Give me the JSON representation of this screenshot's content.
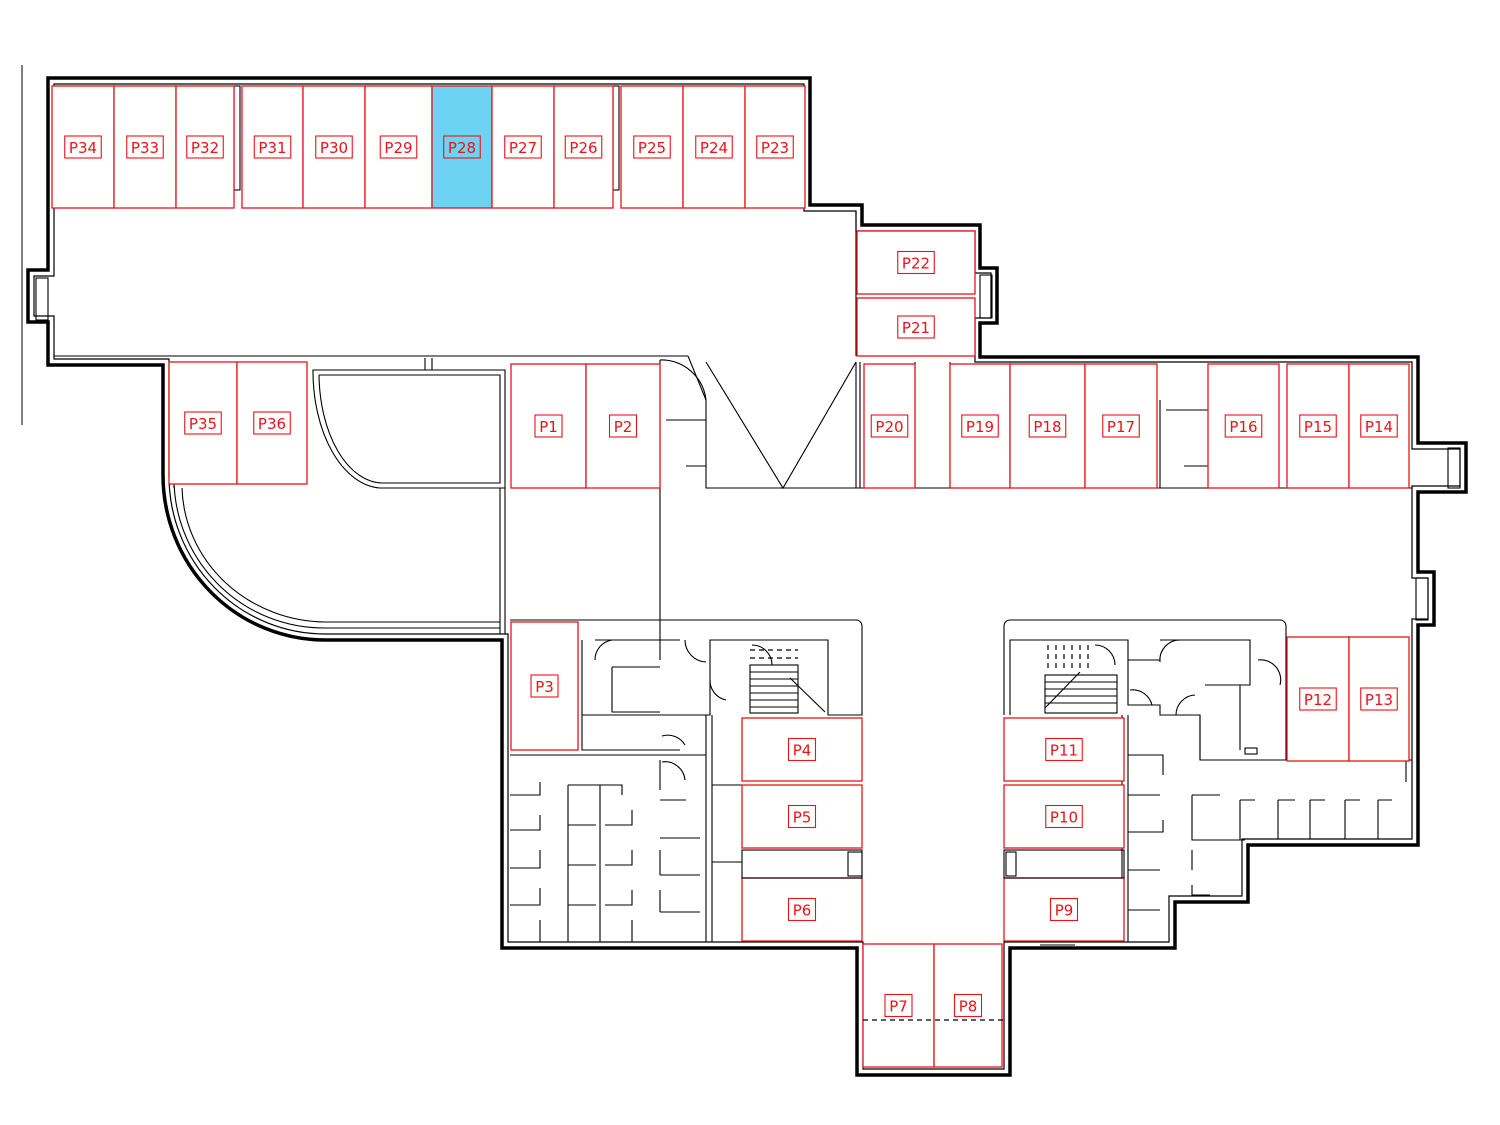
{
  "colors": {
    "space_outline": "#e8141b",
    "selected_fill": "#6ed3f2",
    "wall": "#000000"
  },
  "spaces": [
    {
      "label": "P34",
      "selected": false
    },
    {
      "label": "P33",
      "selected": false
    },
    {
      "label": "P32",
      "selected": false
    },
    {
      "label": "P31",
      "selected": false
    },
    {
      "label": "P30",
      "selected": false
    },
    {
      "label": "P29",
      "selected": false
    },
    {
      "label": "P28",
      "selected": true
    },
    {
      "label": "P27",
      "selected": false
    },
    {
      "label": "P26",
      "selected": false
    },
    {
      "label": "P25",
      "selected": false
    },
    {
      "label": "P24",
      "selected": false
    },
    {
      "label": "P23",
      "selected": false
    },
    {
      "label": "P22",
      "selected": false
    },
    {
      "label": "P21",
      "selected": false
    },
    {
      "label": "P35",
      "selected": false
    },
    {
      "label": "P36",
      "selected": false
    },
    {
      "label": "P1",
      "selected": false
    },
    {
      "label": "P2",
      "selected": false
    },
    {
      "label": "P20",
      "selected": false
    },
    {
      "label": "P19",
      "selected": false
    },
    {
      "label": "P18",
      "selected": false
    },
    {
      "label": "P17",
      "selected": false
    },
    {
      "label": "P16",
      "selected": false
    },
    {
      "label": "P15",
      "selected": false
    },
    {
      "label": "P14",
      "selected": false
    },
    {
      "label": "P3",
      "selected": false
    },
    {
      "label": "P12",
      "selected": false
    },
    {
      "label": "P13",
      "selected": false
    },
    {
      "label": "P4",
      "selected": false
    },
    {
      "label": "P5",
      "selected": false
    },
    {
      "label": "P6",
      "selected": false
    },
    {
      "label": "P11",
      "selected": false
    },
    {
      "label": "P10",
      "selected": false
    },
    {
      "label": "P9",
      "selected": false
    },
    {
      "label": "P7",
      "selected": false
    },
    {
      "label": "P8",
      "selected": false
    }
  ]
}
